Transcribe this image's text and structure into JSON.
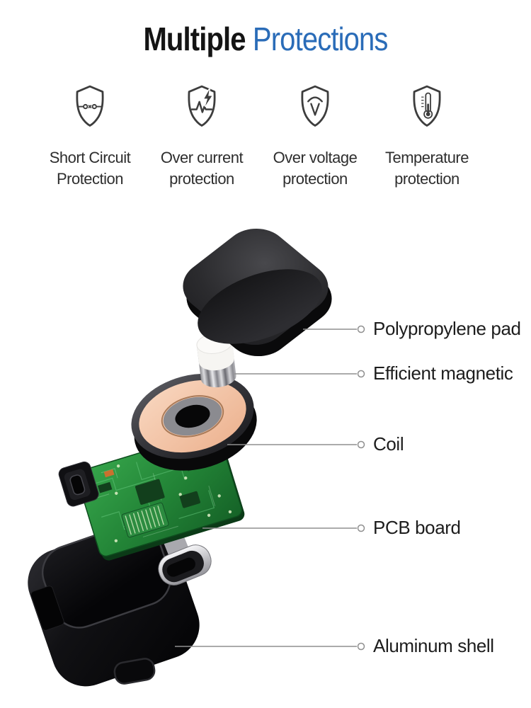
{
  "title": {
    "word_black": "Multiple",
    "word_blue": "Protections"
  },
  "colors": {
    "background": "#ffffff",
    "title_blue": "#2a6cb8",
    "icon_stroke": "#3d3d3d",
    "label_text": "#2e2e2e",
    "leader_gray": "#8f8f8f",
    "coil_copper": "#f2c6aa",
    "pcb_green": "#2e9440"
  },
  "protections": [
    {
      "icon": "short-circuit-icon",
      "line1": "Short Circuit",
      "line2": "Protection"
    },
    {
      "icon": "over-current-icon",
      "line1": "Over current",
      "line2": "protection"
    },
    {
      "icon": "over-voltage-icon",
      "line1": "Over voltage",
      "line2": "protection"
    },
    {
      "icon": "temperature-icon",
      "line1": "Temperature",
      "line2": "protection"
    }
  ],
  "diagram": {
    "parts": [
      {
        "label": "Polypropylene pad"
      },
      {
        "label": "Efficient magnetic"
      },
      {
        "label": "Coil"
      },
      {
        "label": "PCB board"
      },
      {
        "label": "Aluminum shell"
      }
    ]
  }
}
